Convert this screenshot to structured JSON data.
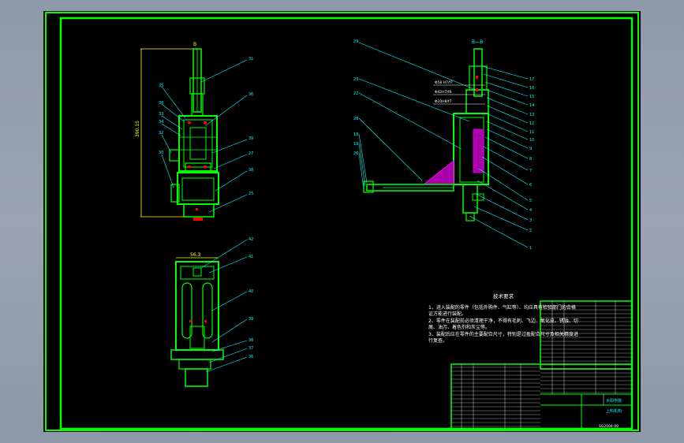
{
  "drawing": {
    "section_label": "B—B",
    "top_label": "B",
    "left_dimension": "390.15",
    "bottom_dimension": "56.3"
  },
  "balloons": {
    "left_view": [
      "35",
      "36",
      "31",
      "33",
      "34",
      "32",
      "30",
      "36",
      "39",
      "27",
      "38",
      "25"
    ],
    "right_view": [
      "17",
      "16",
      "15",
      "14",
      "13",
      "12",
      "11",
      "10",
      "9",
      "8",
      "7",
      "6",
      "5",
      "4",
      "3",
      "2",
      "1"
    ],
    "right_left_side": [
      "29",
      "23",
      "22",
      "28",
      "18",
      "19",
      "20"
    ],
    "bottom_view": [
      "42",
      "41",
      "40",
      "39",
      "38",
      "37",
      "36"
    ]
  },
  "fits": [
    "Φ58 H7/f7",
    "Φ42H7/f6",
    "Φ20H8/f7"
  ],
  "notes": {
    "title": "技术要求",
    "lines": [
      "1、进入装配的零件（包括外购件、气缸等）、均应具有检验部门的合格证方能进行装配。",
      "2、零件在装配前必须清理干净，不得有毛刺、飞边、氧化皮、锈蚀、切屑、油污、着色剂和灰尘等。",
      "3、装配后应在零件的主要配合尺寸，特别是过盈配合尺寸及相关精度进行复查。"
    ]
  },
  "title_block": {
    "company": "大阳学院",
    "drawing_name": "上料机构",
    "number": "SG2004-00"
  },
  "colors": {
    "frame": "#00ff00",
    "part": "#00ff00",
    "leader": "#00ffff",
    "dimension": "#ffff00",
    "hatch": "#ff00ff",
    "section_mark": "#ff0000",
    "text": "#ffffff"
  }
}
